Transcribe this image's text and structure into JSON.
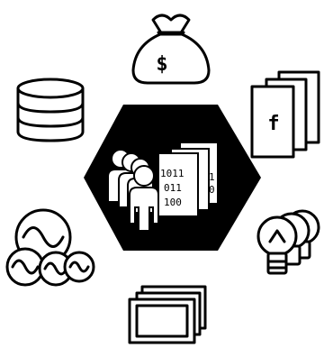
{
  "colors": {
    "foreground": "#000000",
    "background": "#ffffff"
  },
  "center": {
    "icon": "team-with-data-sheets-icon",
    "sheet_bits": [
      "1011",
      "011",
      "100"
    ],
    "back_sheet_bits": [
      "1",
      "0"
    ]
  },
  "satellites": [
    {
      "icon": "money-bag-icon",
      "symbol": "$"
    },
    {
      "icon": "function-documents-icon",
      "symbol": "f"
    },
    {
      "icon": "light-bulbs-icon"
    },
    {
      "icon": "monitors-icon"
    },
    {
      "icon": "sine-wave-signals-icon"
    },
    {
      "icon": "database-icon"
    }
  ]
}
